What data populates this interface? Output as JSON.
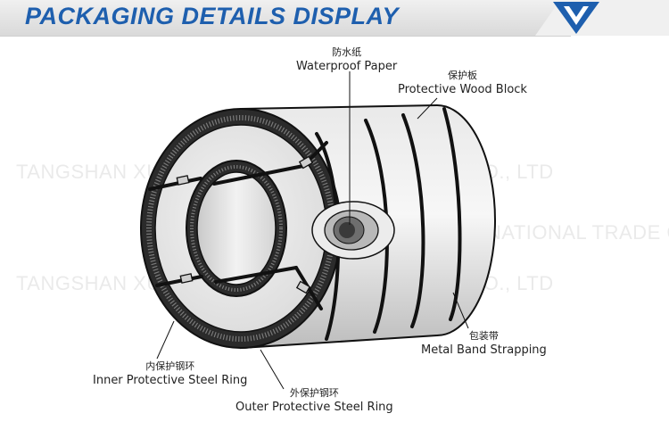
{
  "header": {
    "title": "PACKAGING DETAILS DISPLAY",
    "accent_color": "#1e5fae",
    "corner_icon": "chevron-down-icon"
  },
  "watermark": {
    "line1": "TANGSHAN XUHONG INTERNATIONAL TRADE CO., LTD",
    "line2": "TANGSHAN XUHONG INTERNATIONAL TRADE CO.",
    "line3": "TANGSHAN XUHONG INTERNATIONAL TRADE CO., LTD"
  },
  "labels": {
    "waterproof_paper": {
      "cn": "防水纸",
      "en": "Waterproof Paper"
    },
    "protective_wood_block": {
      "cn": "保护板",
      "en": "Protective Wood Block"
    },
    "metal_band_strapping": {
      "cn": "包装带",
      "en": "Metal Band Strapping"
    },
    "inner_steel_ring": {
      "cn": "内保护钢环",
      "en": "Inner Protective Steel Ring"
    },
    "outer_steel_ring": {
      "cn": "外保护钢环",
      "en": "Outer Protective Steel Ring"
    }
  }
}
